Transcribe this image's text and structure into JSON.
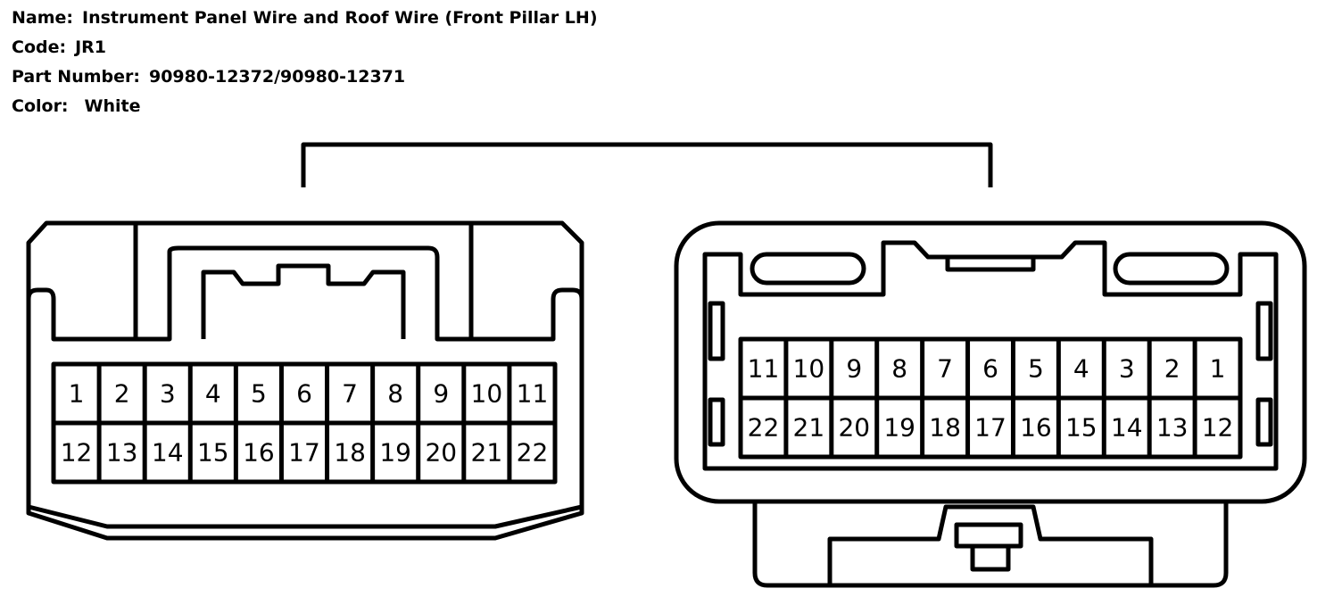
{
  "connector": {
    "name_label": "Name:",
    "name": "Instrument Panel Wire and Roof Wire (Front Pillar LH)",
    "code_label": "Code:",
    "code": "JR1",
    "part_number_label": "Part Number:",
    "part_number": "90980-12372/90980-12371",
    "color_label": "Color:",
    "color": "White"
  },
  "left_connector": {
    "top_row": [
      "1",
      "2",
      "3",
      "4",
      "5",
      "6",
      "7",
      "8",
      "9",
      "10",
      "11"
    ],
    "bottom_row": [
      "12",
      "13",
      "14",
      "15",
      "16",
      "17",
      "18",
      "19",
      "20",
      "21",
      "22"
    ]
  },
  "right_connector": {
    "top_row": [
      "11",
      "10",
      "9",
      "8",
      "7",
      "6",
      "5",
      "4",
      "3",
      "2",
      "1"
    ],
    "bottom_row": [
      "22",
      "21",
      "20",
      "19",
      "18",
      "17",
      "16",
      "15",
      "14",
      "13",
      "12"
    ]
  },
  "colors": {
    "line": "#000000",
    "background": "#ffffff"
  }
}
